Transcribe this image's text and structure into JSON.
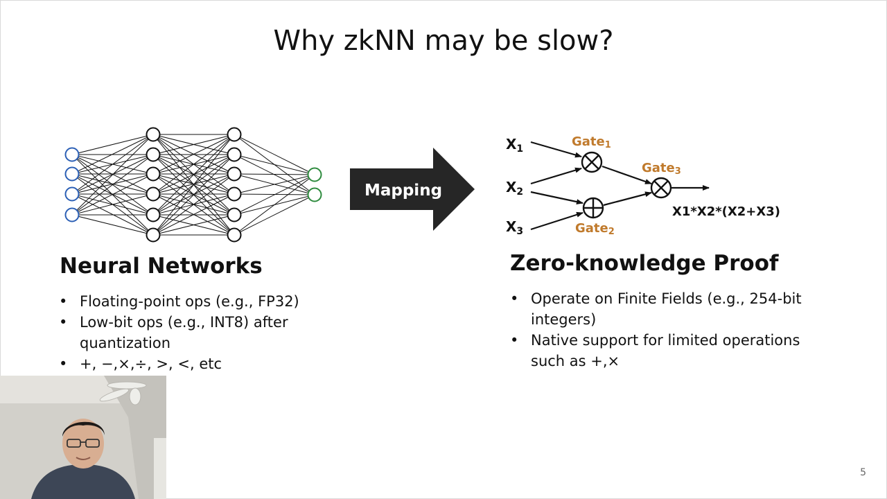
{
  "slide": {
    "title": "Why zkNN may be slow?",
    "page_number": "5"
  },
  "left": {
    "heading": "Neural Networks",
    "bullets": [
      "Floating-point ops (e.g., FP32)",
      "Low-bit ops (e.g., INT8) after quantization",
      "+, −,×,÷, >, <, etc"
    ]
  },
  "arrow": {
    "label": "Mapping"
  },
  "right": {
    "heading": "Zero-knowledge Proof",
    "bullets": [
      "Operate on Finite Fields (e.g., 254-bit integers)",
      "Native support for limited operations such as +,×"
    ]
  },
  "circuit": {
    "input1": "X",
    "input1_sub": "1",
    "input2": "X",
    "input2_sub": "2",
    "input3": "X",
    "input3_sub": "3",
    "gate1": "Gate",
    "gate1_sub": "1",
    "gate2": "Gate",
    "gate2_sub": "2",
    "gate3": "Gate",
    "gate3_sub": "3",
    "output": "X1*X2*(X2+X3)"
  },
  "colors": {
    "gate_label": "#c07a2c",
    "input_nodes": "#2b5fb5",
    "output_nodes": "#2e8b3e",
    "arrow_fill": "#262626"
  }
}
